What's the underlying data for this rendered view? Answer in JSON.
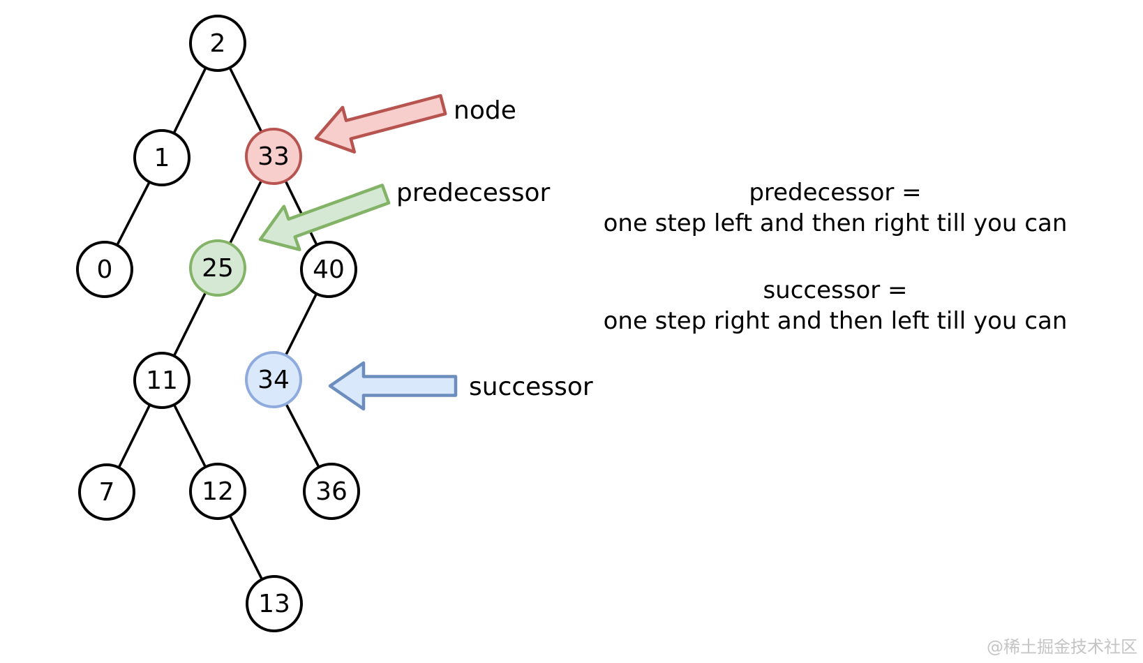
{
  "tree": {
    "nodes": [
      {
        "value": "2",
        "highlight": "none"
      },
      {
        "value": "1",
        "highlight": "none"
      },
      {
        "value": "33",
        "highlight": "node"
      },
      {
        "value": "0",
        "highlight": "none"
      },
      {
        "value": "25",
        "highlight": "predecessor"
      },
      {
        "value": "40",
        "highlight": "none"
      },
      {
        "value": "11",
        "highlight": "none"
      },
      {
        "value": "34",
        "highlight": "successor"
      },
      {
        "value": "7",
        "highlight": "none"
      },
      {
        "value": "12",
        "highlight": "none"
      },
      {
        "value": "36",
        "highlight": "none"
      },
      {
        "value": "13",
        "highlight": "none"
      }
    ],
    "edges": [
      "2-1",
      "2-33",
      "1-0",
      "33-25",
      "33-40",
      "25-11",
      "40-34",
      "11-7",
      "11-12",
      "34-36",
      "12-13"
    ]
  },
  "annotations": {
    "node_label": "node",
    "predecessor_label": "predecessor",
    "successor_label": "successor"
  },
  "explanation": {
    "predecessor_title": "predecessor =",
    "predecessor_rule": "one step left and then right till you can",
    "successor_title": "successor =",
    "successor_rule": "one step right and then left till you can"
  },
  "watermark": "@稀土掘金技术社区",
  "colors": {
    "edge": "#000000",
    "node_arrow_fill": "#f8cecc",
    "node_arrow_stroke": "#b85450",
    "predecessor_arrow_fill": "#d5e8d4",
    "predecessor_arrow_stroke": "#82b366",
    "successor_arrow_fill": "#dae8fc",
    "successor_arrow_stroke": "#6c8ebf"
  }
}
